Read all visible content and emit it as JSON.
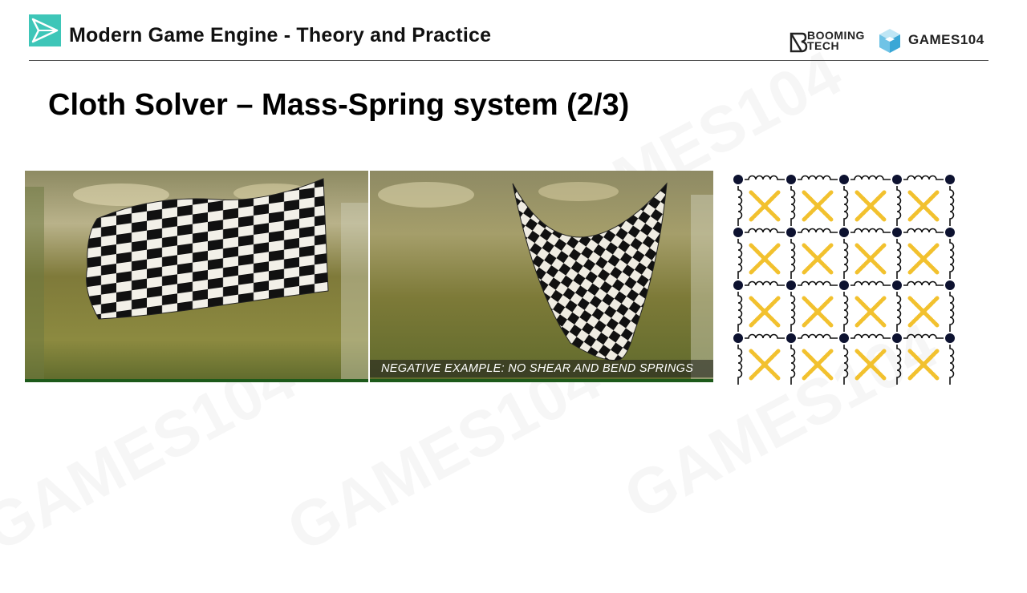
{
  "header": {
    "title": "Modern Game Engine - Theory and Practice",
    "booming_line1": "BOOMING",
    "booming_line2": "TECH",
    "games_label": "GAMES104"
  },
  "slide": {
    "title": "Cloth Solver – Mass-Spring system (2/3)"
  },
  "panels": {
    "caption": "NEGATIVE EXAMPLE: NO SHEAR AND BEND SPRINGS"
  },
  "watermark": {
    "text": "GAMES104"
  },
  "colors": {
    "accent": "#3ec6b8",
    "shear_spring": "#f2c12e",
    "structural_spring": "#111111"
  }
}
